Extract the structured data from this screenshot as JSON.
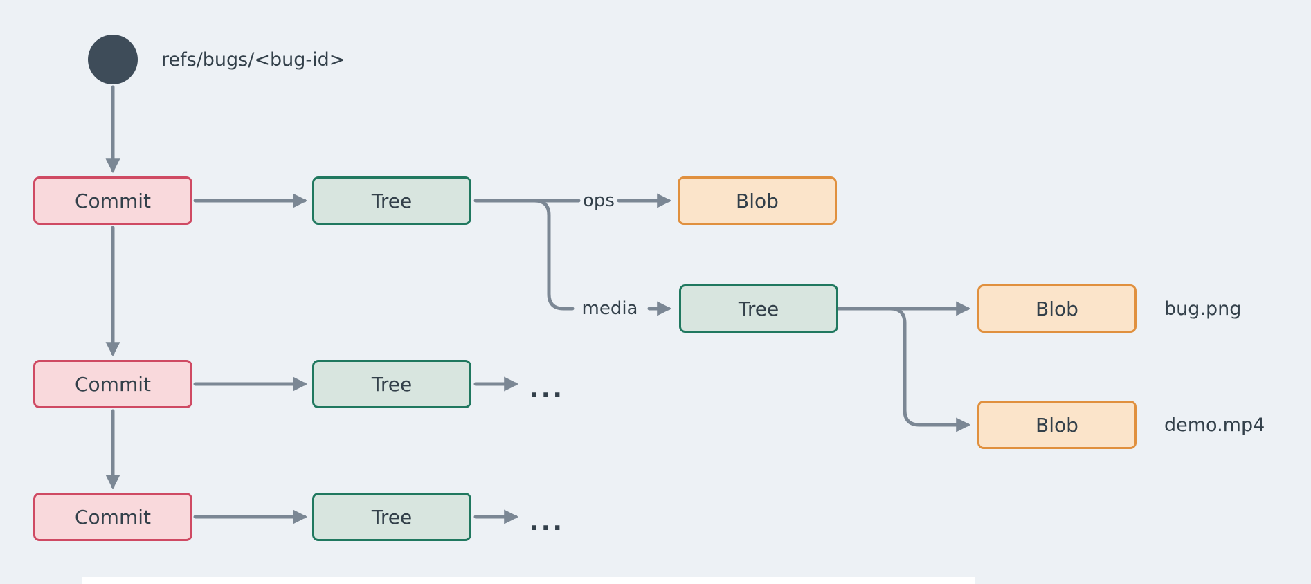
{
  "diagram": {
    "ref_label": "refs/bugs/<bug-id>",
    "nodes": {
      "commit1": {
        "label": "Commit",
        "type": "commit"
      },
      "commit2": {
        "label": "Commit",
        "type": "commit"
      },
      "commit3": {
        "label": "Commit",
        "type": "commit"
      },
      "tree1": {
        "label": "Tree",
        "type": "tree"
      },
      "tree_media": {
        "label": "Tree",
        "type": "tree"
      },
      "tree2": {
        "label": "Tree",
        "type": "tree"
      },
      "tree3": {
        "label": "Tree",
        "type": "tree"
      },
      "blob_ops": {
        "label": "Blob",
        "type": "blob"
      },
      "blob_bug_png": {
        "label": "Blob",
        "type": "blob"
      },
      "blob_demo_mp4": {
        "label": "Blob",
        "type": "blob"
      }
    },
    "edge_labels": {
      "ops": "ops",
      "media": "media"
    },
    "file_labels": {
      "bug_png": "bug.png",
      "demo_mp4": "demo.mp4"
    },
    "ellipsis_row2": "...",
    "ellipsis_row3": "...",
    "colors": {
      "background": "#edf1f5",
      "arrow": "#7b8794",
      "ref_circle": "#3e4c59",
      "commit_fill": "#f9d9dc",
      "commit_border": "#cf4a63",
      "tree_fill": "#d8e5df",
      "tree_border": "#20785f",
      "blob_fill": "#fbe4ca",
      "blob_border": "#e0903e",
      "label_text": "#33404a"
    }
  }
}
